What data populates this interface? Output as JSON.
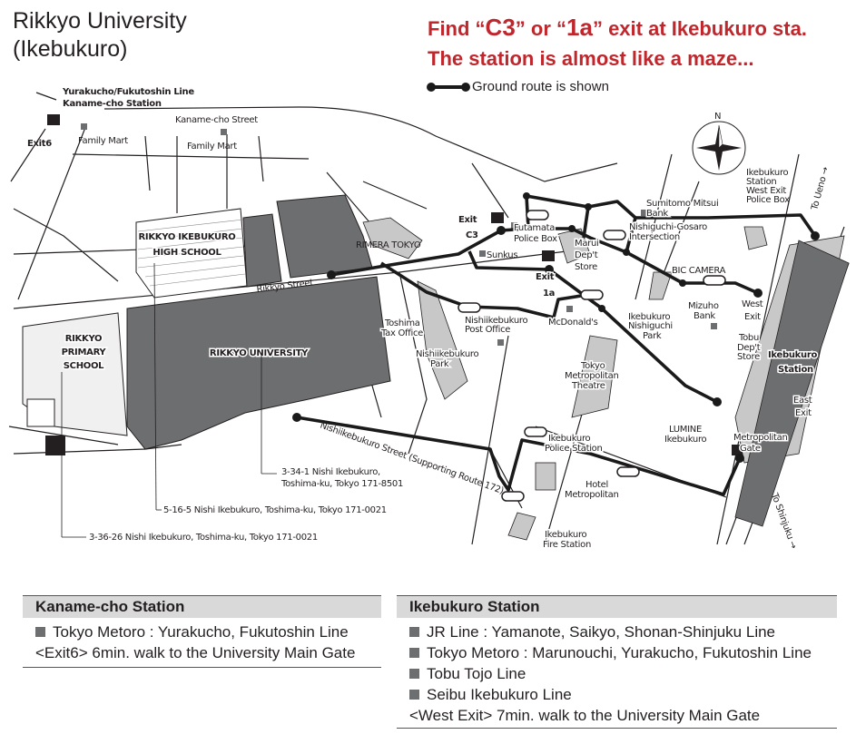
{
  "title": {
    "line1": "Rikkyo University",
    "line2": "(Ikebukuro)"
  },
  "headline": {
    "line1_pre": "Find “",
    "c3": "C3",
    "line1_mid": "” or “",
    "1a": "1a",
    "line1_post": "” exit at Ikebukuro sta.",
    "line2": "The station is almost like a maze..."
  },
  "legend": {
    "label": "Ground route is shown"
  },
  "colors": {
    "accent": "#c0272d",
    "campus": "#6d6e70",
    "building": "#c8c8c8"
  },
  "map": {
    "compass": "N",
    "kaname_line": "Yurakucho/Fukutoshin Line",
    "kaname_station": "Kaname-cho Station",
    "exit6": "Exit6",
    "family_mart_1": "Family Mart",
    "family_mart_2": "Family Mart",
    "kaname_street": "Kaname-cho Street",
    "high_school_1": "RIKKYO IKEBUKURO",
    "high_school_2": "HIGH SCHOOL",
    "rimera": "RIMERA TOKYO",
    "rikkyo_street": "Rikkyo Street",
    "university": "RIKKYO UNIVERSITY",
    "primary_1": "RIKKYO",
    "primary_2": "PRIMARY",
    "primary_3": "SCHOOL",
    "tax_1": "Toshima",
    "tax_2": "Tax Office",
    "nishi_park_1": "Nishiikebukuro",
    "nishi_park_2": "Park",
    "post_1": "Nishiikebukuro",
    "post_2": "Post Office",
    "exit_c3_1": "Exit",
    "exit_c3_2": "C3",
    "futamata_1": "Futamata",
    "futamata_2": "Police Box",
    "sunkus": "Sunkus",
    "exit_1a_1": "Exit",
    "exit_1a_2": "1a",
    "marui_1": "Marui",
    "marui_2": "Dep't",
    "marui_3": "Store",
    "mcdonalds": "McDonald's",
    "smbc_1": "Sumitomo Mitsui",
    "smbc_2": "Bank",
    "gosaro_1": "Nishiguchi-Gosaro",
    "gosaro_2": "Intersection",
    "bic": "BIC CAMERA",
    "nishiguchi_park_1": "Ikebukuro",
    "nishiguchi_park_2": "Nishiguchi",
    "nishiguchi_park_3": "Park",
    "mizuho_1": "Mizuho",
    "mizuho_2": "Bank",
    "west_exit_1": "West",
    "west_exit_2": "Exit",
    "tobu_1": "Tobu",
    "tobu_2": "Dep't",
    "tobu_3": "Store",
    "station_1": "Ikebukuro",
    "station_2": "Station",
    "east_exit_1": "East",
    "east_exit_2": "Exit",
    "police_box_1": "Ikebukuro",
    "police_box_2": "Station",
    "police_box_3": "West Exit",
    "police_box_4": "Police Box",
    "to_ueno": "To Ueno →",
    "theatre_1": "Tokyo",
    "theatre_2": "Metropolitan",
    "theatre_3": "Theatre",
    "lumine_1": "LUMINE",
    "lumine_2": "Ikebukuro",
    "gate_1": "Metropolitan",
    "gate_2": "Gate",
    "police_station_1": "Ikebukuro",
    "police_station_2": "Police Station",
    "hotel_1": "Hotel",
    "hotel_2": "Metropolitan",
    "fire_1": "Ikebukuro",
    "fire_2": "Fire Station",
    "nishi_street": "Nishiikebukuro Street (Supporting Route 172)",
    "to_shinjuku": "To Shinjuku →",
    "addr_univ_1": "3-34-1 Nishi Ikebukuro,",
    "addr_univ_2": "Toshima-ku, Tokyo 171-8501",
    "addr_hs": "5-16-5 Nishi Ikebukuro, Toshima-ku, Tokyo 171-0021",
    "addr_primary": "3-36-26 Nishi Ikebukuro, Toshima-ku, Tokyo 171-0021"
  },
  "tables": {
    "kaname": {
      "header": "Kaname-cho Station",
      "rows": [
        "Tokyo Metoro : Yurakucho, Fukutoshin Line"
      ],
      "note": "<Exit6> 6min. walk to the University Main Gate"
    },
    "ikebukuro": {
      "header": "Ikebukuro Station",
      "rows": [
        "JR Line : Yamanote, Saikyo, Shonan-Shinjuku Line",
        "Tokyo Metoro : Marunouchi, Yurakucho, Fukutoshin Line",
        "Tobu Tojo Line",
        "Seibu Ikebukuro Line"
      ],
      "note": "<West Exit> 7min. walk to the University  Main Gate"
    }
  }
}
